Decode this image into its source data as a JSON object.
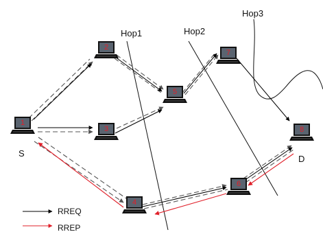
{
  "colors": {
    "rreq": "#000000",
    "rrep": "#e0202a",
    "dashed": "#555555",
    "laptop_body": "#111111",
    "laptop_screen": "#5a6470",
    "node_number": "#e0202a"
  },
  "hops": {
    "hop1": "Hop1",
    "hop2": "Hop2",
    "hop3": "Hop3"
  },
  "source_label": "S",
  "destination_label": "D",
  "nodes": [
    "1",
    "2",
    "3",
    "4",
    "5",
    "6",
    "7",
    "8"
  ],
  "legend": {
    "rreq_label": "RREQ",
    "rrep_label": "RREP"
  }
}
